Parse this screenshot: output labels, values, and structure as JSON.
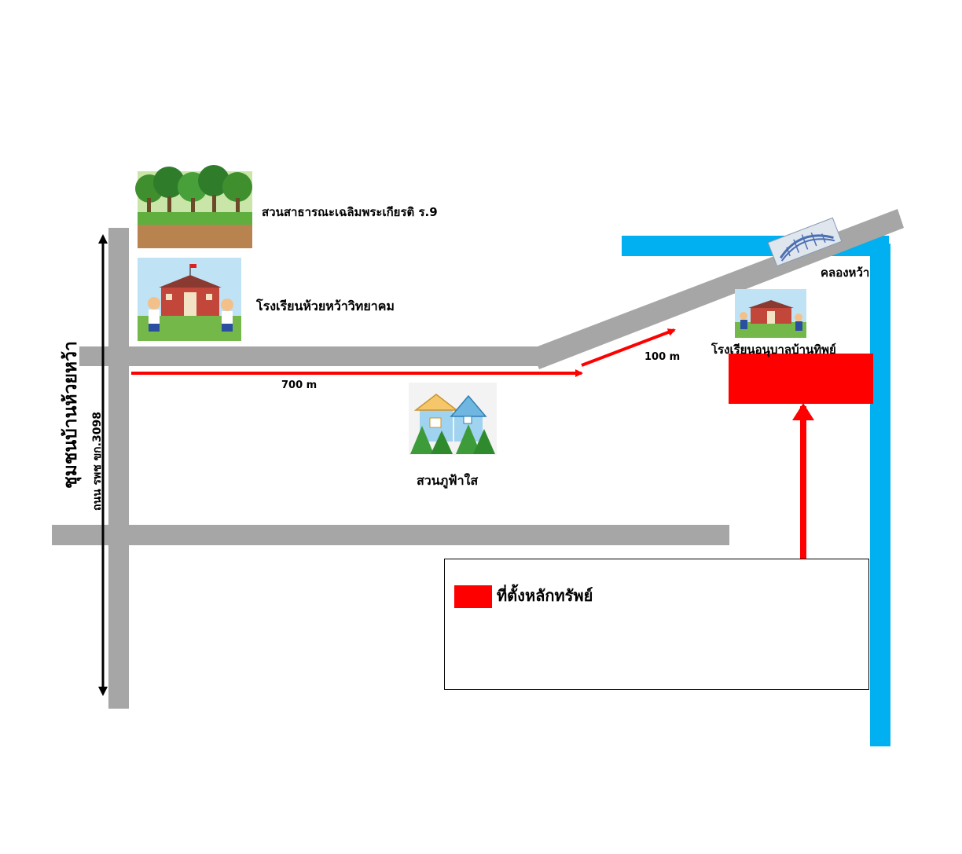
{
  "roads": {
    "vertical_label": "ถนน รพช ขก.3098",
    "community_label": "ชุมชนบ้านห้วยหว้า"
  },
  "landmarks": {
    "park_name": "สวนสาธารณะเฉลิมพระเกียรติ ร.9",
    "school_name": "โรงเรียนห้วยหว้าวิทยาคม",
    "kindergarten_name": "โรงเรียนอนุบาลบ้านทิพย์",
    "garden_name": "สวนภูฟ้าใส",
    "canal_name": "คลองหว้า"
  },
  "route": {
    "distance_1": "700 m",
    "distance_2": "100 m"
  },
  "legend": {
    "label": "ที่ตั้งหลักทรัพย์"
  },
  "colors": {
    "road": "#a6a6a6",
    "canal": "#00b0f0",
    "route_arrow": "#ff0000",
    "property": "#ff0000"
  }
}
